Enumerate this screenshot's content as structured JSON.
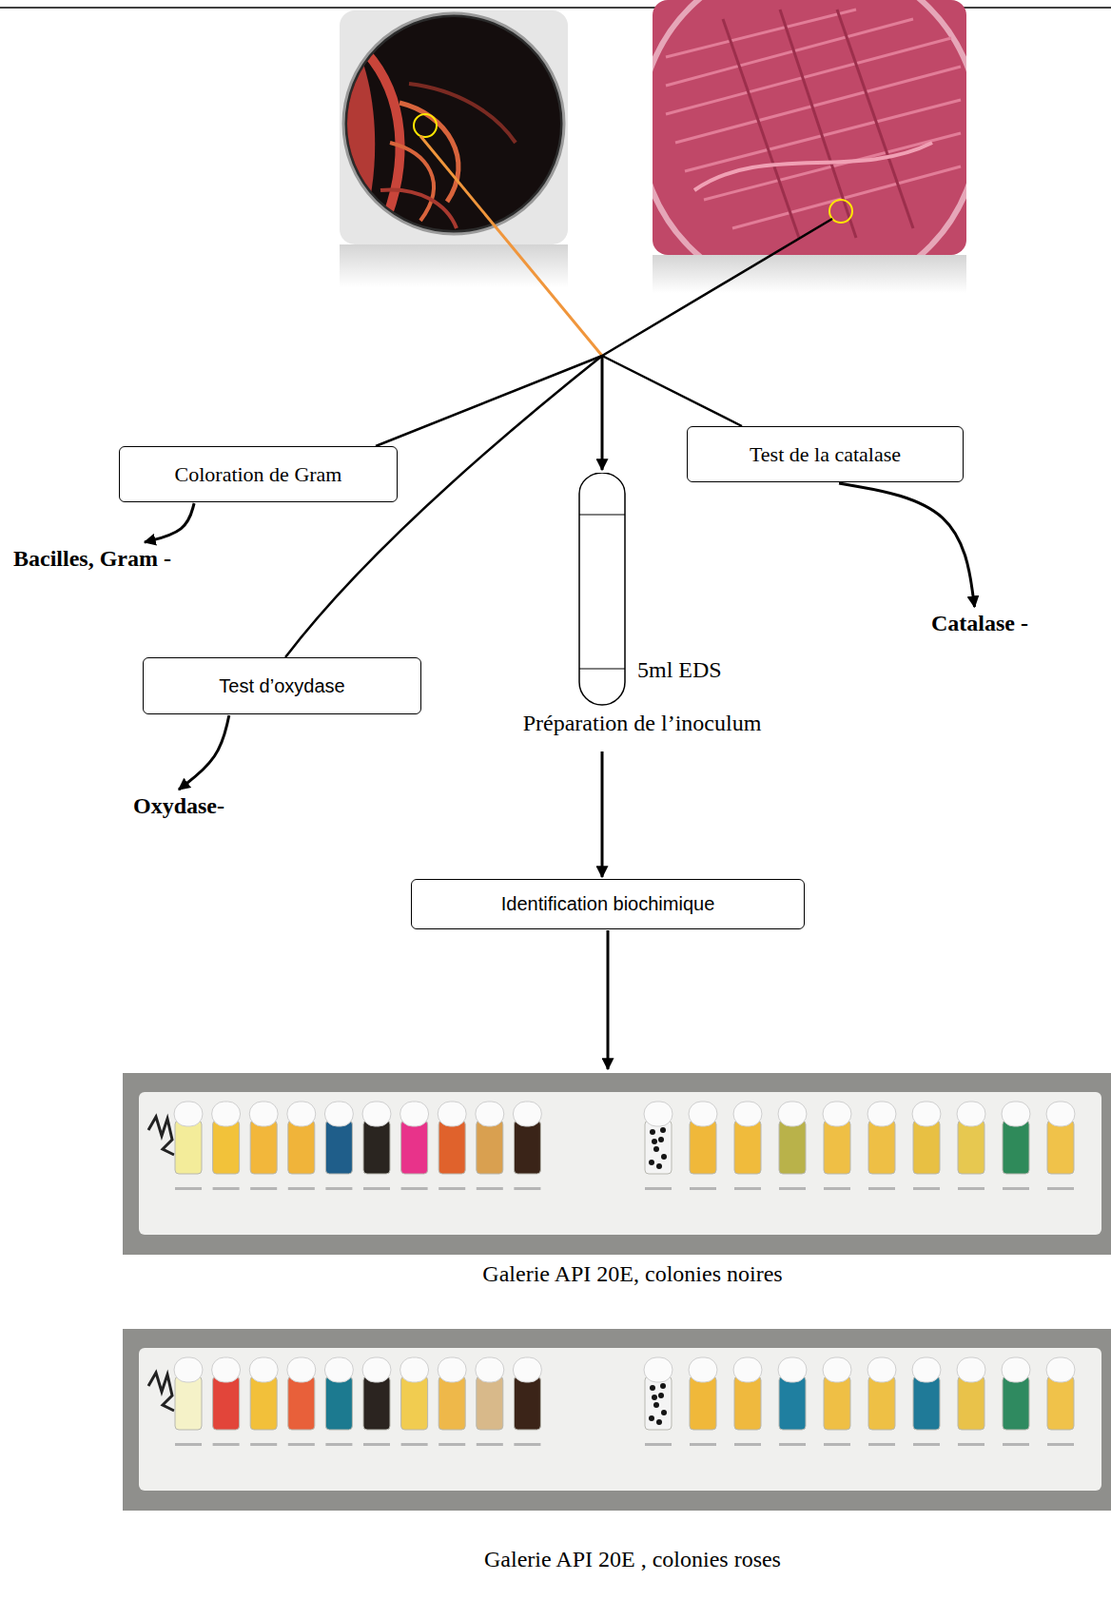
{
  "diagram": {
    "nodes": [
      {
        "text": [
          "Coloration de Gram"
        ]
      },
      {
        "text": [
          "Test de la catalase"
        ]
      },
      {
        "text": [
          "Bacilles, Gram -"
        ]
      },
      {
        "text": [
          "Catalase -"
        ]
      },
      {
        "text": [
          "Test d’oxydase"
        ]
      },
      {
        "text": [
          "5ml EDS",
          "Préparation de l’inoculum"
        ]
      },
      {
        "text": [
          "Oxydase-"
        ]
      },
      {
        "text": [
          "Identification biochimique"
        ]
      }
    ],
    "edges": [
      {
        "from": 0,
        "to": 2,
        "arrow": "to"
      },
      {
        "from": 1,
        "to": 3,
        "arrow": "to"
      },
      {
        "from": 4,
        "to": 6,
        "arrow": "to"
      },
      {
        "from": 5,
        "to": 7,
        "arrow": "to"
      }
    ],
    "labels": [
      "Galerie API 20E, colonies noires",
      "Galerie API 20E , colonies roses"
    ]
  }
}
